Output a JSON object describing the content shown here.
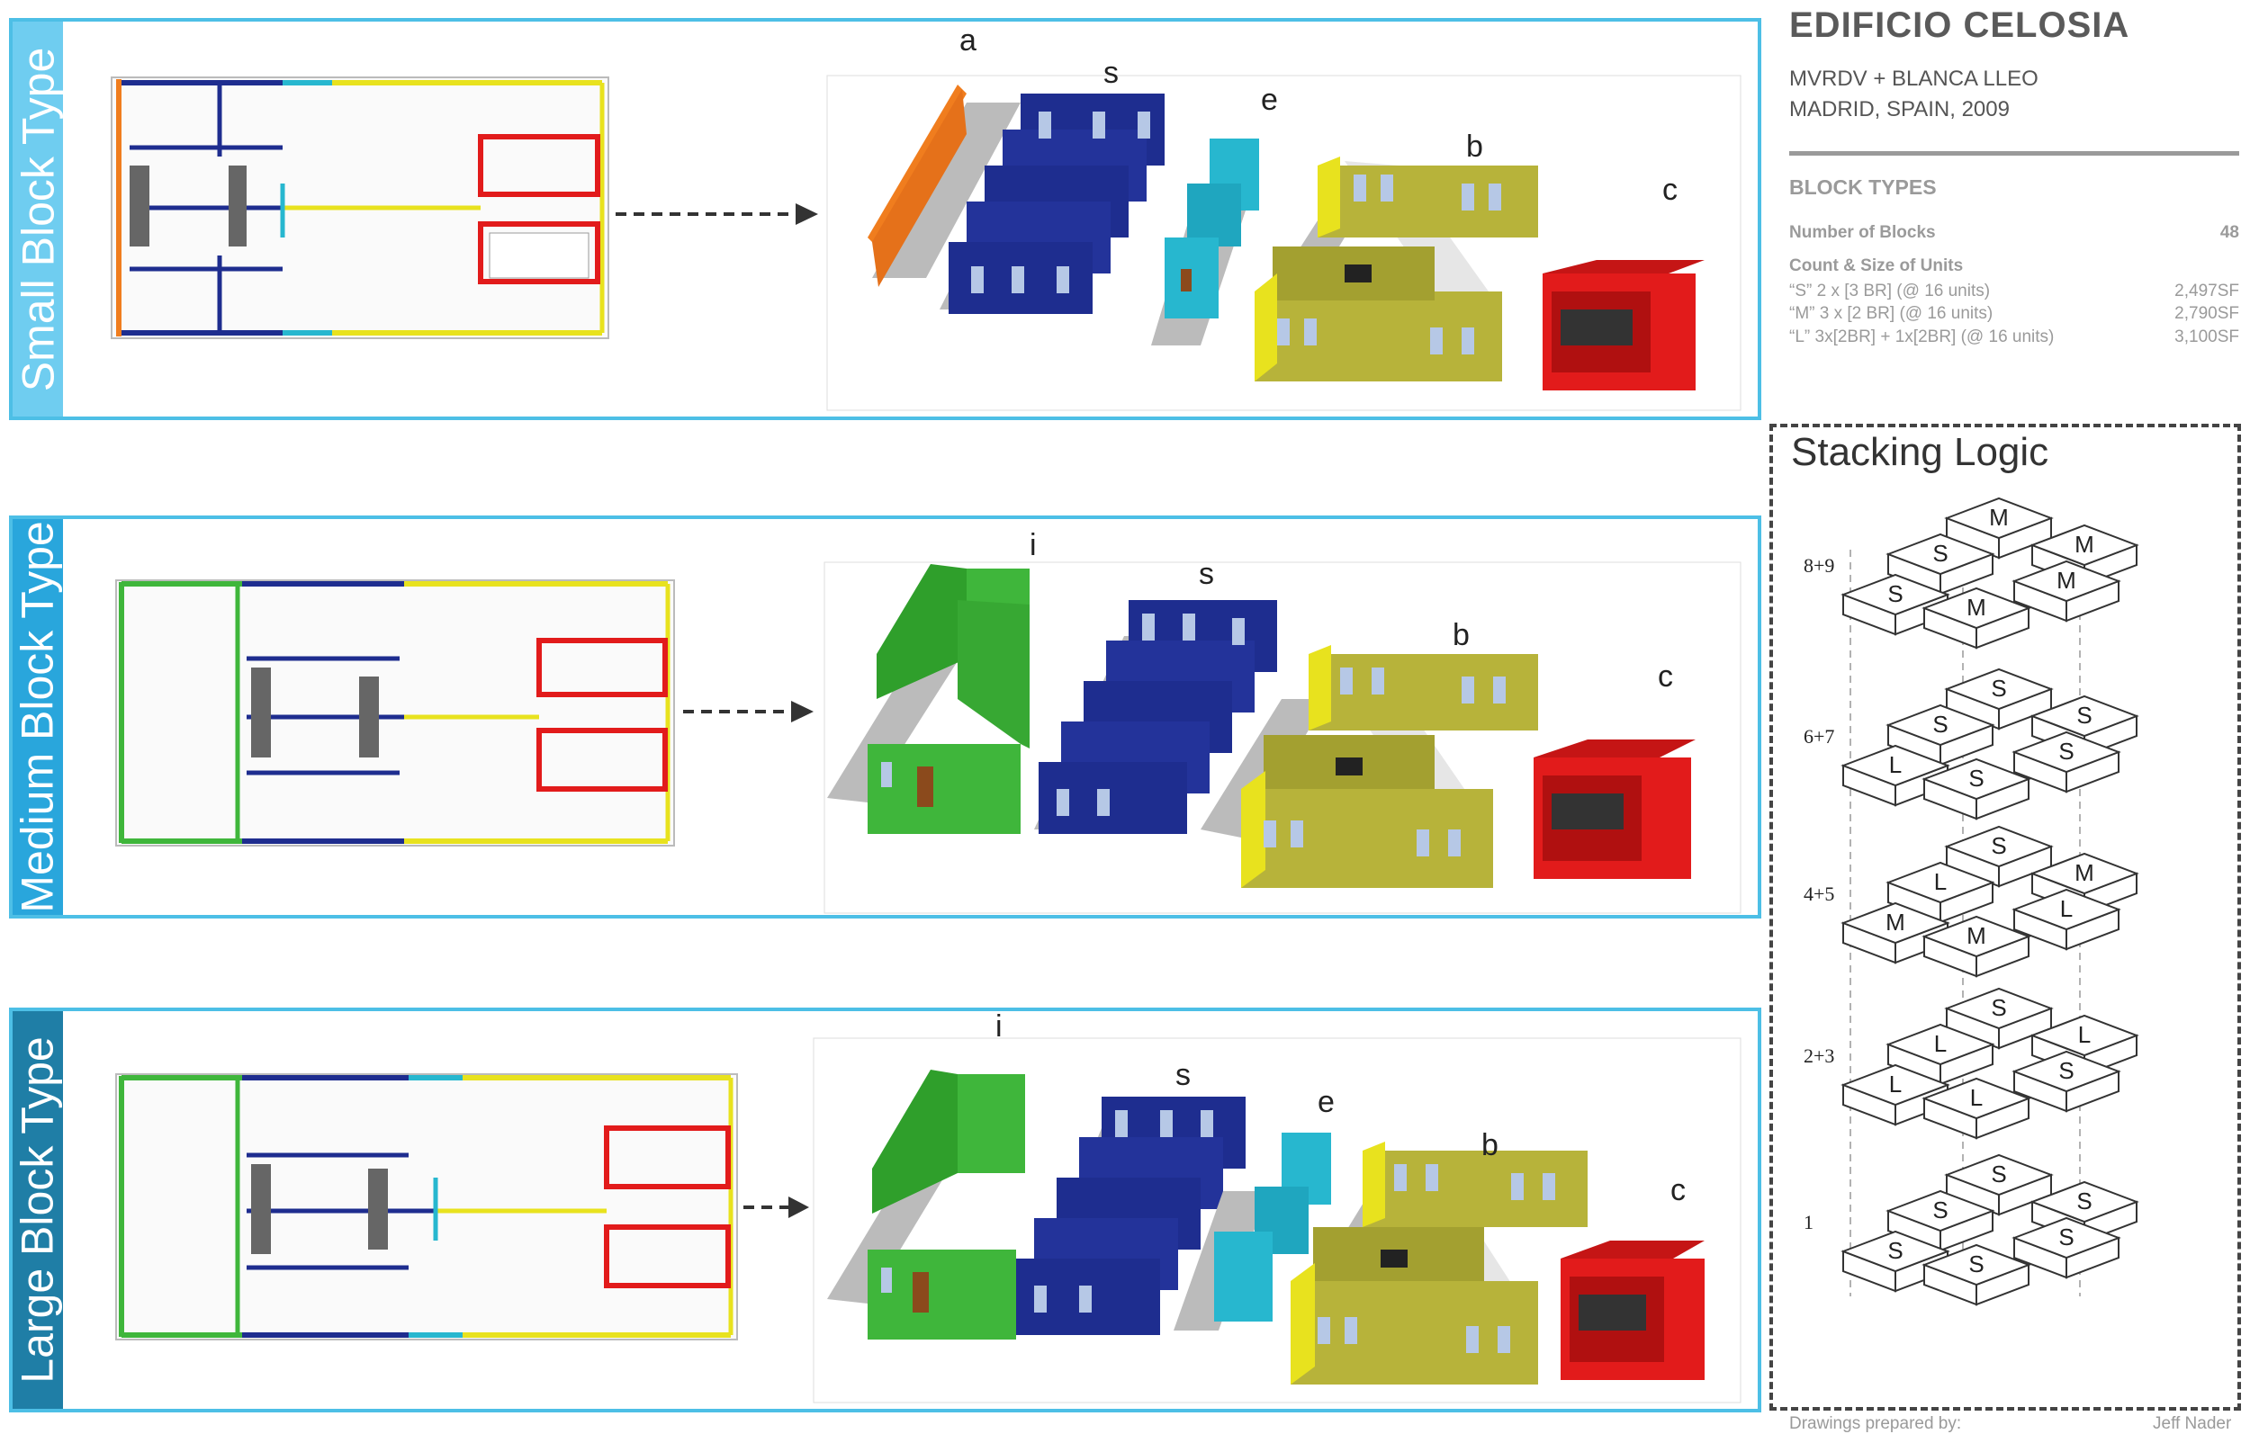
{
  "header": {
    "title": "EDIFICIO CELOSIA",
    "architects": "MVRDV + BLANCA LLEO",
    "location": "MADRID, SPAIN, 2009"
  },
  "block_types": {
    "heading": "BLOCK TYPES",
    "number_label": "Number of Blocks",
    "number_value": "48",
    "units_heading": "Count & Size of Units",
    "units": [
      {
        "label": "“S”  2 x [3 BR] (@ 16 units)",
        "area": "2,497SF"
      },
      {
        "label": "“M” 3 x [2 BR] (@ 16 units)",
        "area": "2,790SF"
      },
      {
        "label": "“L”  3x[2BR] + 1x[2BR] (@ 16 units)",
        "area": "3,100SF"
      }
    ]
  },
  "panels": [
    {
      "title": "Small Block Type",
      "band_color": "#6fcdf0",
      "labels": [
        "a",
        "s",
        "e",
        "b",
        "c"
      ]
    },
    {
      "title": "Medium Block Type",
      "band_color": "#29a6dc",
      "labels": [
        "i",
        "s",
        "b",
        "c"
      ]
    },
    {
      "title": "Large Block Type",
      "band_color": "#1f7ea6",
      "labels": [
        "i",
        "s",
        "e",
        "b",
        "c"
      ]
    }
  ],
  "stacking": {
    "title": "Stacking Logic",
    "levels": [
      {
        "label": "8+9",
        "blocks": [
          "M",
          "S",
          "M",
          "S",
          "M",
          "M"
        ]
      },
      {
        "label": "6+7",
        "blocks": [
          "S",
          "S",
          "S",
          "L",
          "S",
          "S"
        ]
      },
      {
        "label": "4+5",
        "blocks": [
          "S",
          "L",
          "M",
          "M",
          "L",
          "M"
        ]
      },
      {
        "label": "2+3",
        "blocks": [
          "S",
          "L",
          "L",
          "L",
          "S",
          "L"
        ]
      },
      {
        "label": "1",
        "blocks": [
          "S",
          "S",
          "S",
          "S",
          "S",
          "S"
        ]
      }
    ]
  },
  "footer": {
    "prepared_label": "Drawings prepared by:",
    "author": "Jeff Nader"
  },
  "colors": {
    "orange": "#f07d1e",
    "blue": "#1e2d8f",
    "cyan": "#27b7cf",
    "yellow": "#e8e21e",
    "olive": "#b7b33a",
    "red": "#e21b1b",
    "green": "#3fb63b"
  }
}
